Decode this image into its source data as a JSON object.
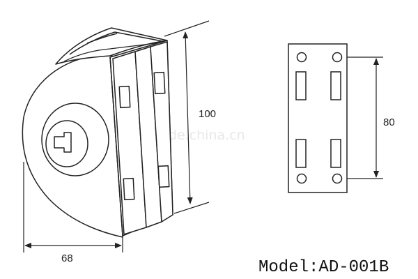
{
  "dimensions": {
    "height": "100",
    "width": "68",
    "hole_spacing": "80"
  },
  "watermark": "trade.china.cn",
  "model_label": "Model:AD-001B"
}
